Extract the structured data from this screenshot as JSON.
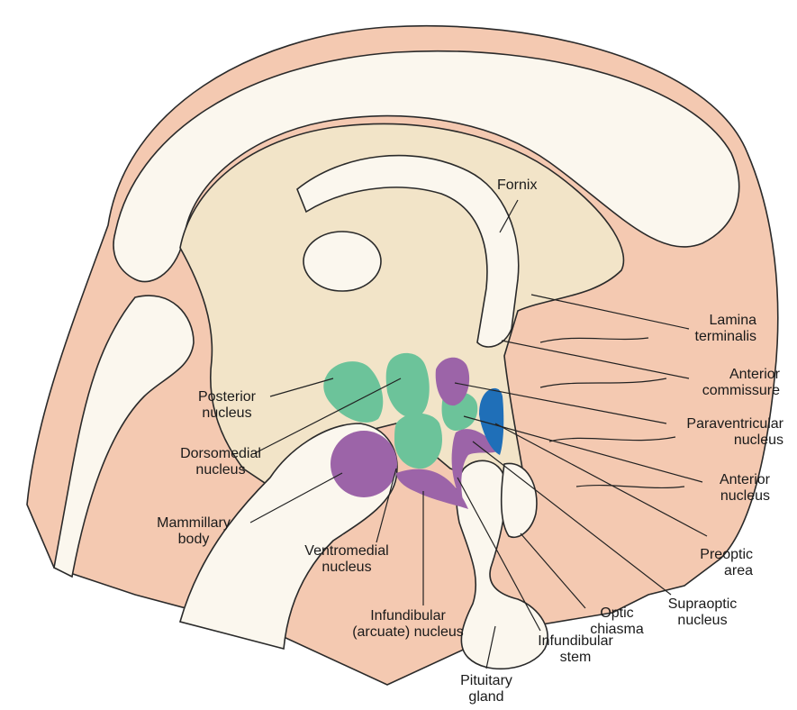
{
  "labels": {
    "fornix": "Fornix",
    "lamina_terminalis": [
      "Lamina",
      "terminalis"
    ],
    "anterior_commissure": [
      "Anterior",
      "commissure"
    ],
    "paraventricular_nucleus": [
      "Paraventricular",
      "nucleus"
    ],
    "anterior_nucleus": [
      "Anterior",
      "nucleus"
    ],
    "preoptic_area": [
      "Preoptic",
      "area"
    ],
    "supraoptic_nucleus": [
      "Supraoptic",
      "nucleus"
    ],
    "optic_chiasma": [
      "Optic",
      "chiasma"
    ],
    "infundibular_stem": [
      "Infundibular",
      "stem"
    ],
    "pituitary_gland": [
      "Pituitary",
      "gland"
    ],
    "infundibular_arcuate_nucleus": [
      "Infundibular",
      "(arcuate) nucleus"
    ],
    "ventromedial_nucleus": [
      "Ventromedial",
      "nucleus"
    ],
    "mammillary_body": [
      "Mammillary",
      "body"
    ],
    "dorsomedial_nucleus": [
      "Dorsomedial",
      "nucleus"
    ],
    "posterior_nucleus": [
      "Posterior",
      "nucleus"
    ]
  },
  "colors": {
    "skin": "#f4c9b1",
    "tissue": "#f2e4c8",
    "white_matter": "#fbf7ee",
    "green_nucleus": "#6cc39a",
    "purple_nucleus": "#9c64a8",
    "blue_nucleus": "#1f6fb8"
  }
}
